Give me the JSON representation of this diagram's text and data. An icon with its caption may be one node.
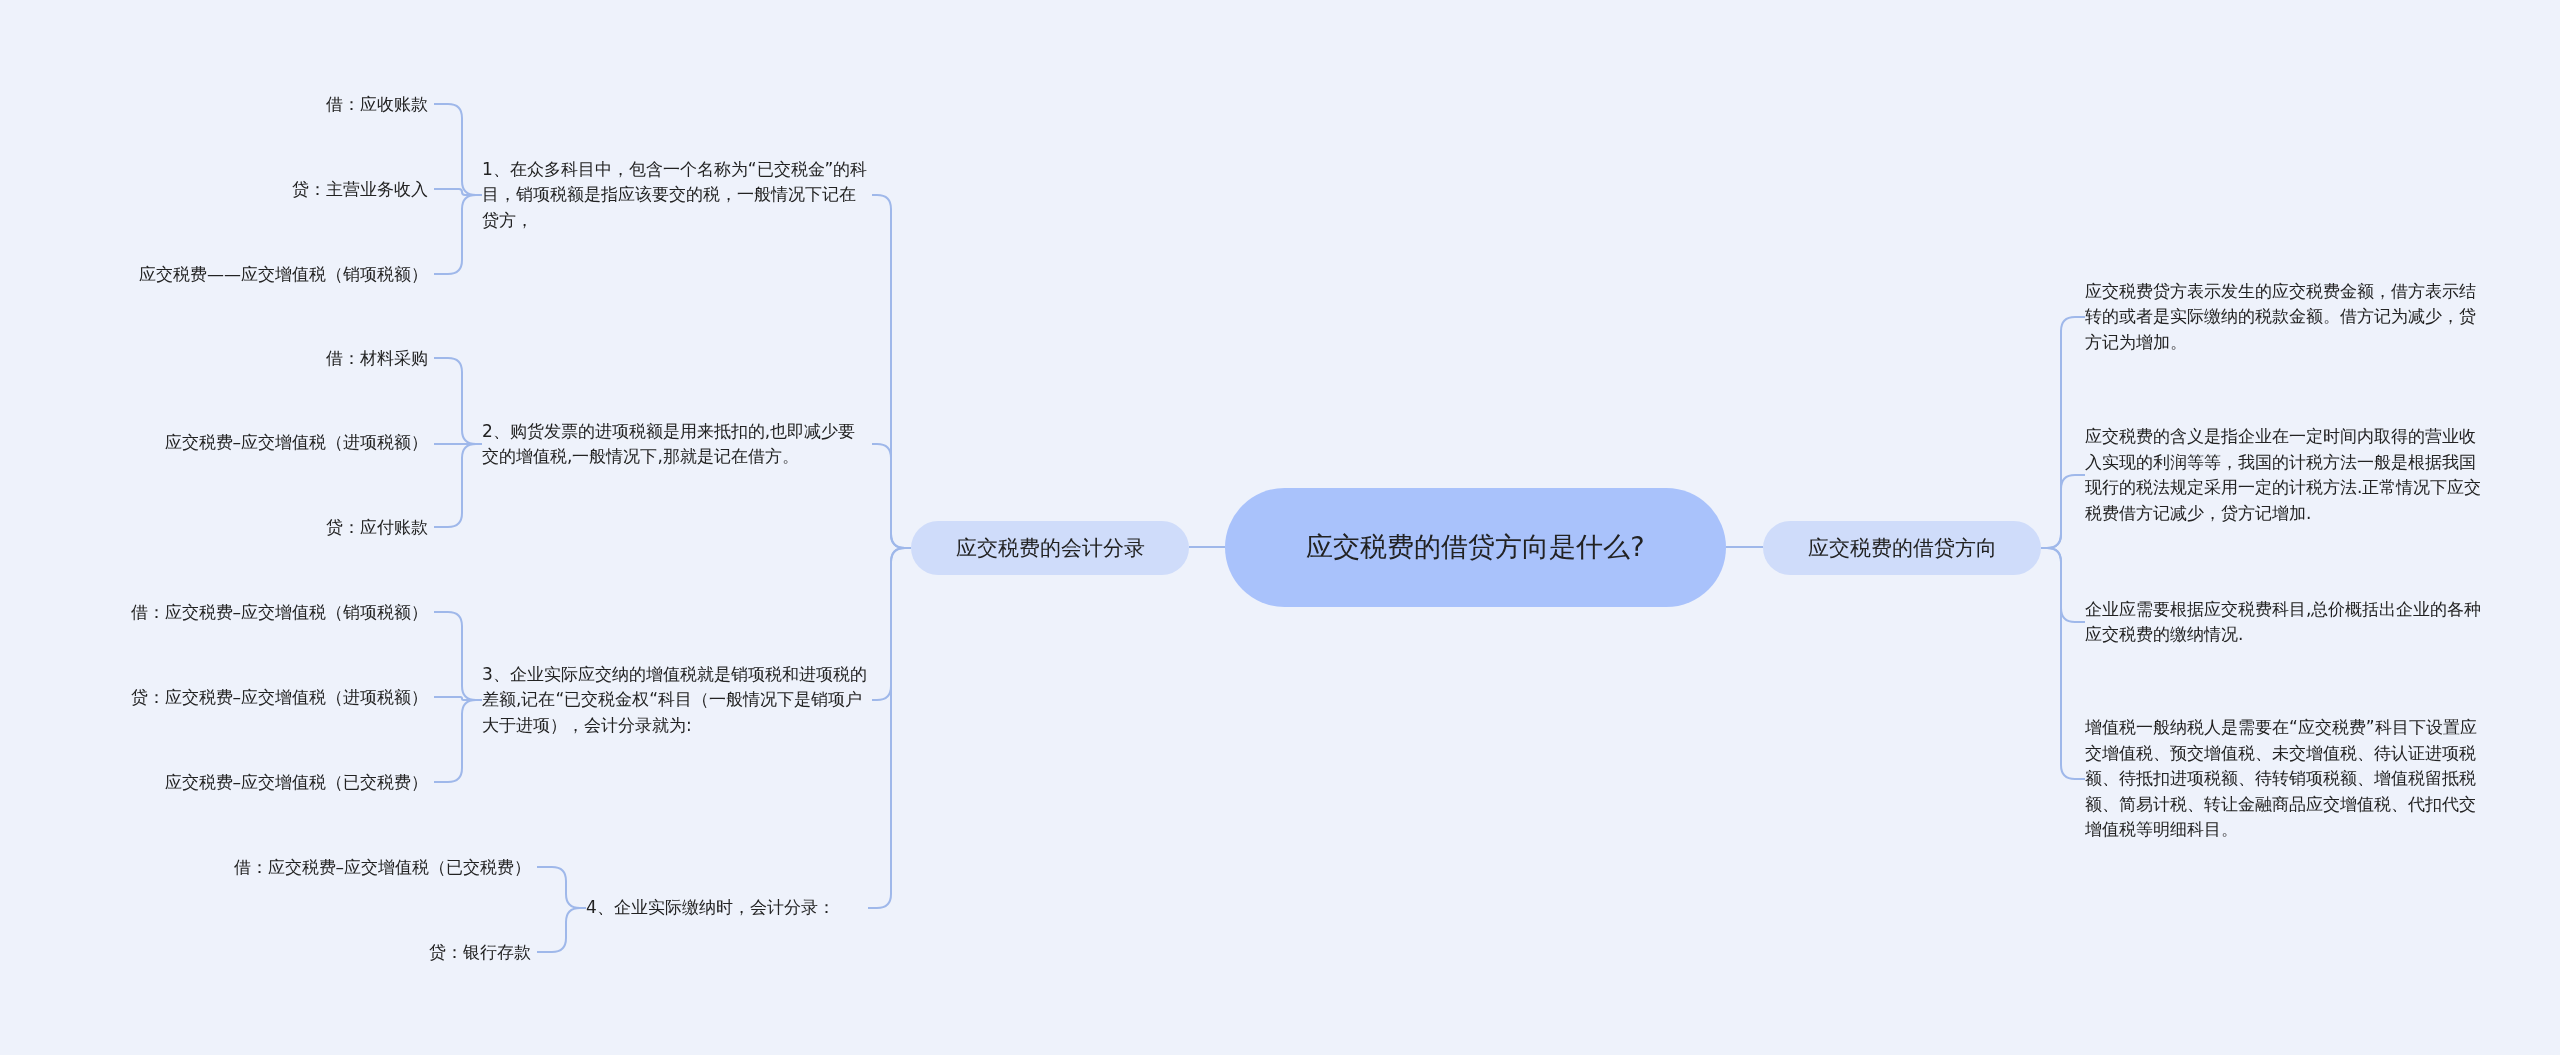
{
  "diagram": {
    "nodes": [
      {
        "text": [
          "应交税费的借贷方向是什么?"
        ]
      },
      {
        "text": [
          "应交税费的会计分录"
        ]
      },
      {
        "text": [
          "1、在众多科目中，包含一个名称为“已交税金”的科目，销项税额是指应该要交的税，一般情况下记在贷方，"
        ]
      },
      {
        "text": [
          "2、购货发票的进项税额是用来抵扣的,也即减少要交的增值税,一般情况下,那就是记在借方。"
        ]
      },
      {
        "text": [
          "3、企业实际应交纳的增值税就是销项税和进项税的差额,记在“已交税金权“科目（一般情况下是销项户大于进项），会计分录就为:"
        ]
      },
      {
        "text": [
          "4、企业实际缴纳时，会计分录："
        ]
      },
      {
        "text": [
          "借：应收账款"
        ]
      },
      {
        "text": [
          "贷：主营业务收入"
        ]
      },
      {
        "text": [
          "应交税费——应交增值税（销项税额）"
        ]
      },
      {
        "text": [
          "借：材料采购"
        ]
      },
      {
        "text": [
          "应交税费–应交增值税（进项税额）"
        ]
      },
      {
        "text": [
          "贷：应付账款"
        ]
      },
      {
        "text": [
          "借：应交税费–应交增值税（销项税额）"
        ]
      },
      {
        "text": [
          "贷：应交税费–应交增值税（进项税额）"
        ]
      },
      {
        "text": [
          "应交税费–应交增值税（已交税费）"
        ]
      },
      {
        "text": [
          "借：应交税费–应交增值税（已交税费）"
        ]
      },
      {
        "text": [
          "贷：银行存款"
        ]
      },
      {
        "text": [
          "应交税费的借贷方向"
        ]
      },
      {
        "text": [
          "应交税费贷方表示发生的应交税费金额，借方表示结转的或者是实际缴纳的税款金额。借方记为减少，贷方记为增加。"
        ]
      },
      {
        "text": [
          "应交税费的含义是指企业在一定时间内取得的营业收入实现的利润等等，我国的计税方法一般是根据我国现行的税法规定采用一定的计税方法.正常情况下应交税费借方记减少，贷方记增加."
        ]
      },
      {
        "text": [
          "企业应需要根据应交税费科目,总价概括出企业的各种应交税费的缴纳情况."
        ]
      },
      {
        "text": [
          "增值税一般纳税人是需要在“应交税费”科目下设置应交增值税、预交增值税、未交增值税、待认证进项税额、待抵扣进项税额、待转销项税额、增值税留抵税额、简易计税、转让金融商品应交增值税、代扣代交增值税等明细科目。"
        ]
      }
    ],
    "edges": [
      {
        "from": 0,
        "to": 1,
        "arrow": "none"
      },
      {
        "from": 1,
        "to": 2,
        "arrow": "none"
      },
      {
        "from": 1,
        "to": 3,
        "arrow": "none"
      },
      {
        "from": 1,
        "to": 4,
        "arrow": "none"
      },
      {
        "from": 1,
        "to": 5,
        "arrow": "none"
      },
      {
        "from": 2,
        "to": 6,
        "arrow": "none"
      },
      {
        "from": 2,
        "to": 7,
        "arrow": "none"
      },
      {
        "from": 2,
        "to": 8,
        "arrow": "none"
      },
      {
        "from": 3,
        "to": 9,
        "arrow": "none"
      },
      {
        "from": 3,
        "to": 10,
        "arrow": "none"
      },
      {
        "from": 3,
        "to": 11,
        "arrow": "none"
      },
      {
        "from": 4,
        "to": 12,
        "arrow": "none"
      },
      {
        "from": 4,
        "to": 13,
        "arrow": "none"
      },
      {
        "from": 4,
        "to": 14,
        "arrow": "none"
      },
      {
        "from": 5,
        "to": 15,
        "arrow": "none"
      },
      {
        "from": 5,
        "to": 16,
        "arrow": "none"
      },
      {
        "from": 0,
        "to": 17,
        "arrow": "none"
      },
      {
        "from": 17,
        "to": 18,
        "arrow": "none"
      },
      {
        "from": 17,
        "to": 19,
        "arrow": "none"
      },
      {
        "from": 17,
        "to": 20,
        "arrow": "none"
      },
      {
        "from": 17,
        "to": 21,
        "arrow": "none"
      }
    ]
  }
}
